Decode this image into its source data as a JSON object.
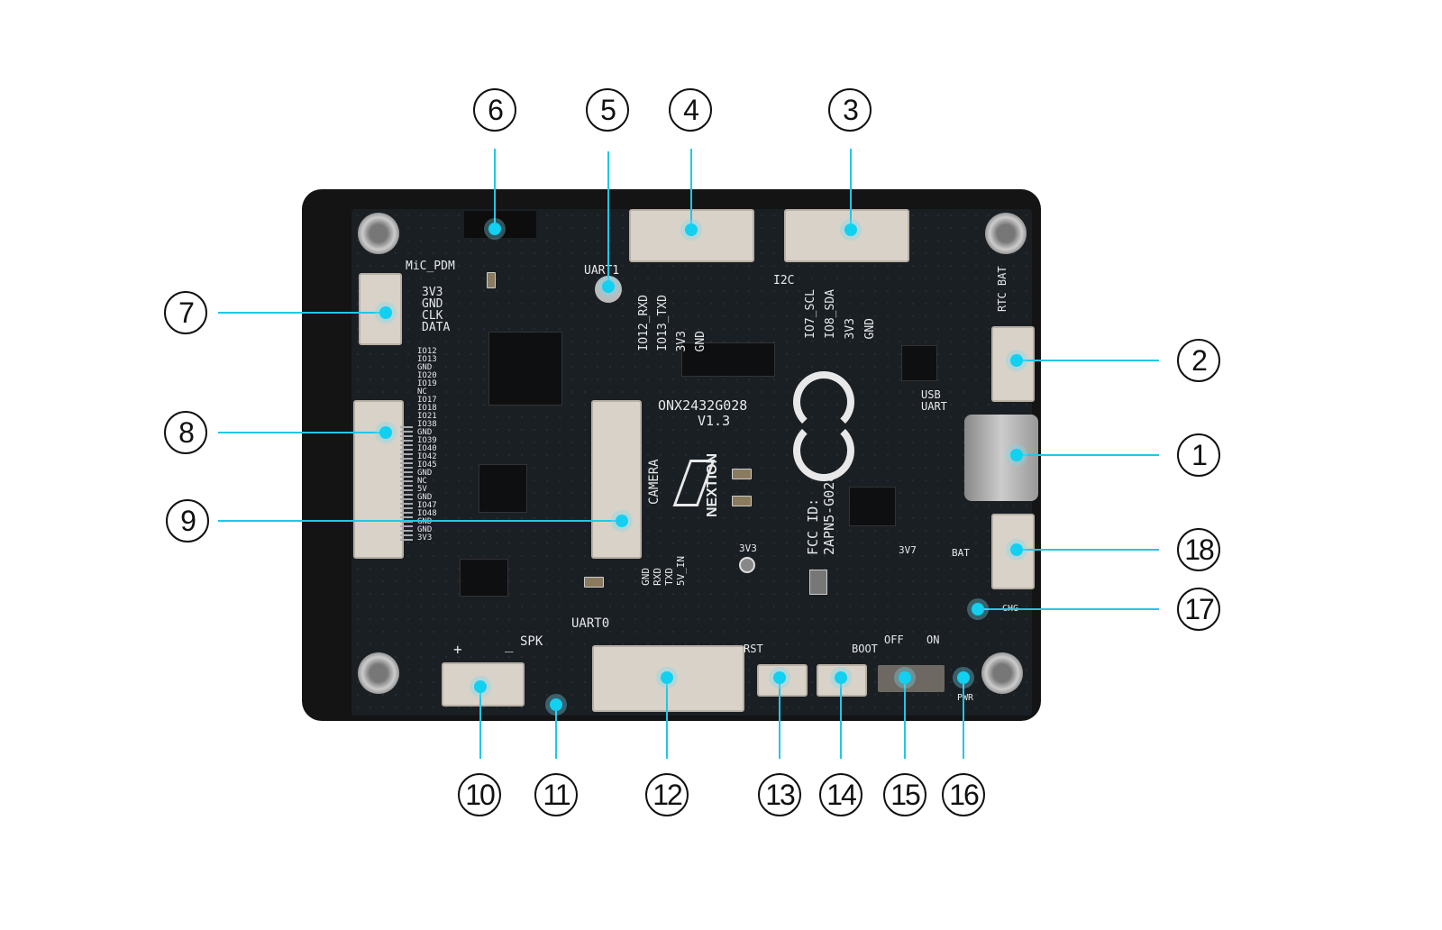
{
  "callouts": [
    "1",
    "2",
    "3",
    "4",
    "5",
    "6",
    "7",
    "8",
    "9",
    "10",
    "11",
    "12",
    "13",
    "14",
    "15",
    "16",
    "17",
    "18"
  ],
  "silkscreen": {
    "mic_pdm": "MiC_PDM",
    "mic_pins": [
      "3V3",
      "GND",
      "CLK",
      "DATA"
    ],
    "uart1": "UART1",
    "uart1_pins": [
      "IO12_RXD",
      "IO13_TXD",
      "3V3",
      "GND"
    ],
    "i2c": "I2C",
    "i2c_pins": [
      "IO7_SCL",
      "IO8_SDA",
      "3V3",
      "GND"
    ],
    "rtc_bat": "RTC BAT",
    "usb_uart": "USB UART",
    "model": "ONX2432G028",
    "version": "V1.3",
    "brand": "NEXTION",
    "fcc": "FCC ID:",
    "fcc_id": "2APN5-G028",
    "camera": "CAMERA",
    "lcd_pins": [
      "IO12",
      "IO13",
      "GND",
      "IO20",
      "IO19",
      "NC",
      "IO17",
      "IO18",
      "IO21",
      "IO38",
      "GND",
      "IO39",
      "IO40",
      "IO42",
      "IO45",
      "GND",
      "NC",
      "5V",
      "GND",
      "IO47",
      "IO48",
      "GND",
      "GND",
      "3V3"
    ],
    "uart0": "UART0",
    "uart0_pins": [
      "GND",
      "RXD",
      "TXD",
      "5V_IN"
    ],
    "tp_3v3": "3V3",
    "v37": "3V7",
    "bat": "BAT",
    "chg": "CHG",
    "spk": "SPK",
    "plus": "+",
    "minus": "_",
    "rst": "RST",
    "boot": "BOOT",
    "off": "OFF",
    "on": "ON",
    "pwr": "PWR"
  },
  "colors": {
    "callout_line": "#1ec8e6",
    "pcb": "#1a1f24"
  }
}
